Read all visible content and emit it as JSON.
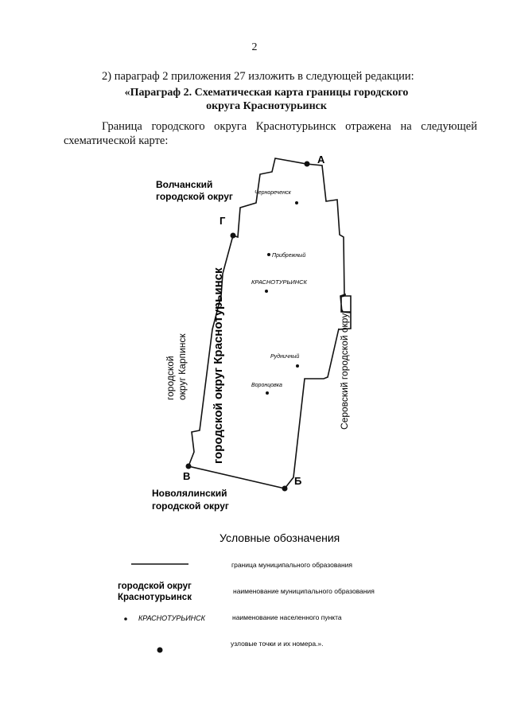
{
  "page_number": "2",
  "amendment_line": "2) параграф 2 приложения 27 изложить в следующей редакции:",
  "heading": {
    "line1": "«Параграф 2. Схематическая карта границы городского",
    "line2": "округа Краснотурьинск"
  },
  "paragraph": "Граница городского округа Краснотурьинск отражена на следующей схематической карте:",
  "map": {
    "node_labels": {
      "a": "А",
      "b": "Б",
      "v": "В",
      "g": "Г"
    },
    "neighbors": {
      "volchansky_1": "Волчанский",
      "volchansky_2": "городской округ",
      "novolyalinsky_1": "Новолялинский",
      "novolyalinsky_2": "городской округ",
      "karpinsk_1": "городской",
      "karpinsk_2": "округ Карпинск",
      "serov": "Серовский городской округ"
    },
    "district_name": "городской округ Краснотурьинск",
    "settlements": {
      "chernorechensk": "Черноречeнск",
      "pribrezhny": "Прибрежный",
      "krasnoturinsk": "КРАСНОТУРЬИНСК",
      "rudnichny": "Рудничный",
      "vorontsovka": "Воронцовка"
    }
  },
  "legend": {
    "title": "Условные обозначения",
    "items": [
      {
        "sample": "",
        "description": "граница муниципального образования"
      },
      {
        "sample_line1": "городской округ",
        "sample_line2": "Краснотурьинск",
        "description": "наименование муниципального образования"
      },
      {
        "sample": "КРАСНОТУРЬИНСК",
        "description": "наименование населенного пункта"
      },
      {
        "sample": "",
        "description": "узловые точки и их номера.»."
      }
    ]
  }
}
